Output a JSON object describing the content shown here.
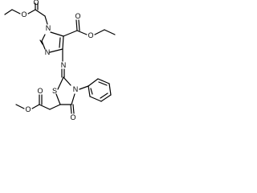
{
  "molecule": {
    "atoms": {
      "ester_top_o_ether": "O",
      "ester_top_o_carbonyl": "O",
      "ester_right_o_carbonyl": "O",
      "ester_right_o_ether": "O",
      "imidazole_n1": "N",
      "imidazole_n3": "N",
      "imine_n": "N",
      "thiazolidine_s": "S",
      "thiazolidine_n": "N",
      "thiazolidinone_o": "O",
      "ester_bottom_o_carbonyl": "O",
      "ester_bottom_o_ether": "O"
    }
  }
}
